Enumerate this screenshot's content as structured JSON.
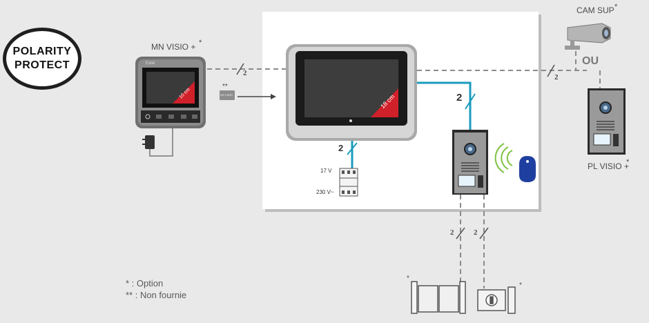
{
  "badge": {
    "line1": "POLARITY",
    "line2": "PROTECT"
  },
  "labels": {
    "mn_visio": "MN VISIO +",
    "mn_visio_star": "*",
    "cam_sup": "CAM SUP",
    "cam_sup_star": "*",
    "ou": "OU",
    "pl_visio": "PL VISIO +",
    "pl_visio_star": "*",
    "sd_card_mark": "**",
    "sd_card_text": "SD CARD",
    "screen_small": "10 cm",
    "screen_large": "18 cm",
    "brand": "Extel",
    "psu_17v": "17 V",
    "psu_230v": "230 V~",
    "gate_star": "*",
    "lock_star": "*"
  },
  "wires": {
    "mn_to_main": "2",
    "main_to_camera": "2",
    "main_to_plate": "2",
    "main_to_psu": "2",
    "plate_to_gate": "2",
    "plate_to_lock": "2"
  },
  "legend": {
    "option": "* : Option",
    "non_fournie": "** : Non fournie"
  },
  "colors": {
    "cable_main": "#1a9bbd",
    "cable_dashed": "#8a8a8a",
    "screen_accent": "#d0202a"
  }
}
